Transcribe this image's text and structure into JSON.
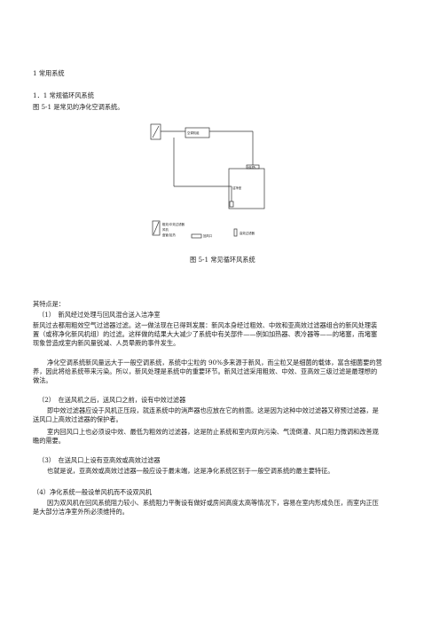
{
  "heading_1": "1 常用系统",
  "heading_1_1": "1．1 常规循环风系统",
  "intro": "图 5-1 是常见的净化空调系统。",
  "diagram": {
    "label_ahu": "空调机组",
    "label_room": "洁净室",
    "label_top_filter": "HEPA",
    "legend_filter": "粗效/中效过滤器",
    "legend_fan": "风机",
    "legend_coil": "盘管/加热",
    "legend_return": "回风口",
    "legend_hepa": "高效过滤器"
  },
  "figure_caption": "图 5-1 常见循环风系统",
  "features_title": "其特点是：",
  "p1_heading": "（1）　新风经过处理与回风混合送入洁净室",
  "p1_body": "新风过去都用粗效空气过滤器过滤。这一做法现在已得到发展：新风本身经过粗效、中效和亚高效过滤器组合的新风处理装置（或称净化新风机组）的过滤。这样做的结果大大减少了系统中有关部件——例如加热器、表冷器等——的堵塞，而堵塞现象曾造成室内新风量锐减、人员晕厥的事件发生。",
  "p1_body2": "净化空调系统新风量远大于一般空调系统，系统中尘粒的 90%多来源于新风，而尘粒又是细菌的载体，富含细菌要的营养，因此将给系统带来污染。所以，新风处理是系统中的重要环节。新风过滤采用粗效、中效、亚高效三级过滤是最理想的做法。",
  "p2_heading": "（2）　在送风机之后，送风口之前，设有中效过滤器",
  "p2_body": "即中效过滤器应设于风机正压段，就连系统中的消声器也应放在它的前面。这是因为这种中效过滤器又称预过滤器，是送风口上高效过滤器的保护者。",
  "p2_body2": "室内回风口上也必须设中效、最低为粗效的过滤器，这是防止系统和室内双向污染、气流倒灌、风口阻力微调和改善观瞻的需要。",
  "p3_heading": "（3）　在送风口上设有亚高效或高效过滤器",
  "p3_body": "也就是说，亚高效或高效过滤器一般应设于最末端，这是净化系统区别于一般空调系统的最主要特征。",
  "p4_heading": "（4）净化系统一般设单风机而不设双风机",
  "p4_body": "因为双风机在回风系统阻力较小、系统阻力平衡设有做好或房间高度太高等情况下，容易在室内形成负压，而室内正压是大部分洁净室外所必须维持的。"
}
